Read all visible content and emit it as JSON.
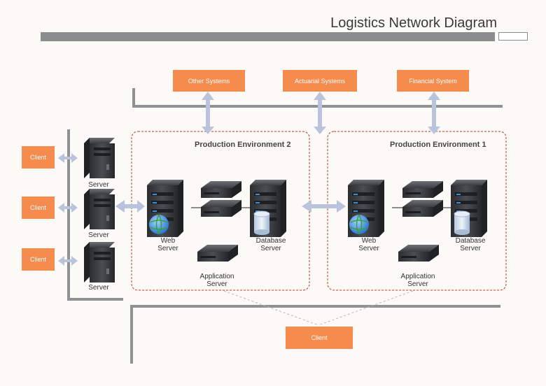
{
  "title": "Logistics Network Diagram",
  "colors": {
    "accent_orange": "#f58b4d",
    "bar_gray": "#8b8d8f",
    "arrow_blue": "#b9c4dc",
    "env_border": "#c0392b",
    "line_gray": "#8f9193"
  },
  "systems": {
    "other": "Other Systems",
    "actuarial": "Actuarial Systems",
    "financial": "Financial System"
  },
  "environments": {
    "env2": "Production Environment 2",
    "env1": "Production Environment 1"
  },
  "labels": {
    "web_server": [
      "Web",
      "Server"
    ],
    "database_server": [
      "Database",
      "Server"
    ],
    "application_server": [
      "Application",
      "Server"
    ],
    "server": "Server",
    "client": "Client"
  }
}
